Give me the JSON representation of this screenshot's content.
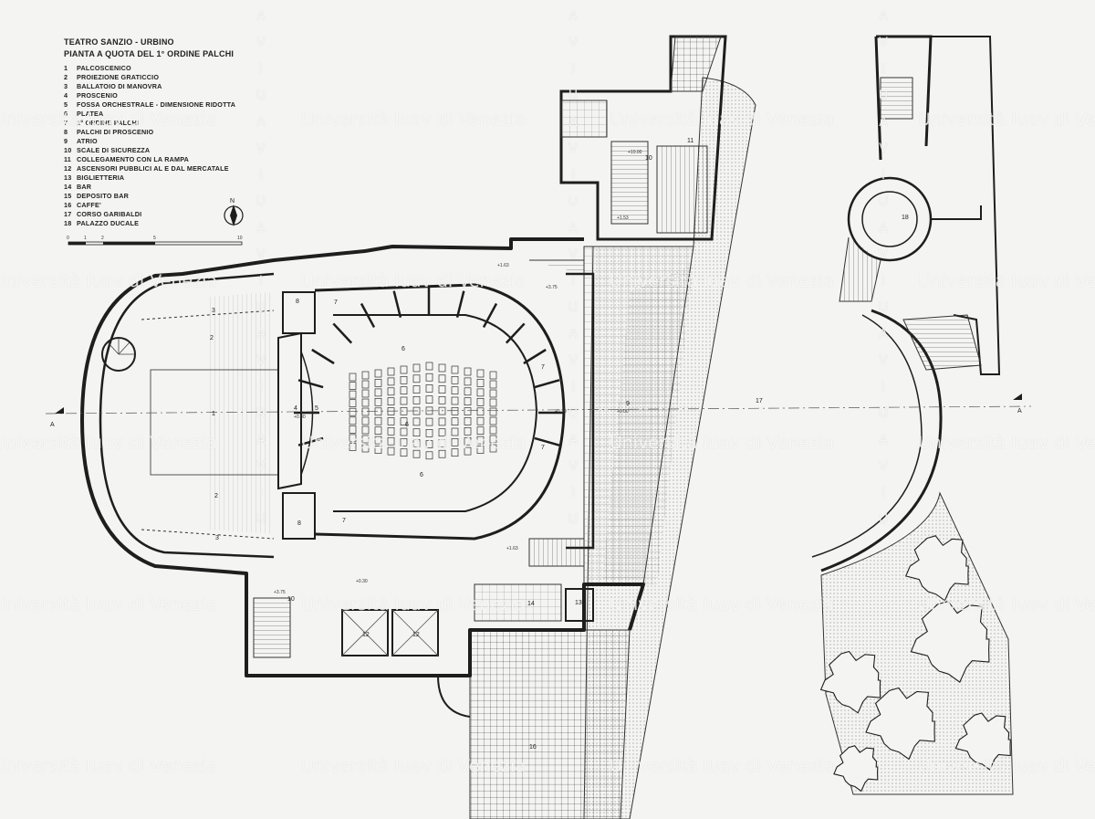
{
  "legend": {
    "title": "TEATRO SANZIO - URBINO",
    "subtitle": "PIANTA A QUOTA DEL 1° ORDINE PALCHI",
    "items": [
      {
        "n": "1",
        "label": "PALCOSCENICO"
      },
      {
        "n": "2",
        "label": "PROIEZIONE GRATICCIO"
      },
      {
        "n": "3",
        "label": "BALLATOIO DI MANOVRA"
      },
      {
        "n": "4",
        "label": "PROSCENIO"
      },
      {
        "n": "5",
        "label": "FOSSA ORCHESTRALE - DIMENSIONE RIDOTTA"
      },
      {
        "n": "6",
        "label": "PLATEA"
      },
      {
        "n": "7",
        "label": "1° ORDINE PALCHI"
      },
      {
        "n": "8",
        "label": "PALCHI DI PROSCENIO"
      },
      {
        "n": "9",
        "label": "ATRIO"
      },
      {
        "n": "10",
        "label": "SCALE DI SICUREZZA"
      },
      {
        "n": "11",
        "label": "COLLEGAMENTO CON LA RAMPA"
      },
      {
        "n": "12",
        "label": "ASCENSORI PUBBLICI AL E DAL MERCATALE"
      },
      {
        "n": "13",
        "label": "BIGLIETTERIA"
      },
      {
        "n": "14",
        "label": "BAR"
      },
      {
        "n": "15",
        "label": "DEPOSITO BAR"
      },
      {
        "n": "16",
        "label": "CAFFE'"
      },
      {
        "n": "17",
        "label": "CORSO GARIBALDI"
      },
      {
        "n": "18",
        "label": "PALAZZO DUCALE"
      }
    ]
  },
  "north": "N",
  "scale_ticks": [
    "0",
    "1",
    "2",
    "5",
    "10"
  ],
  "section_mark": "A",
  "room_labels": {
    "stage": "1",
    "grid_top": "2",
    "grid_bottom": "2",
    "gallery_top": "3",
    "gallery_bottom": "3",
    "proscenium": "4",
    "pit": "5",
    "stalls_top": "6",
    "stalls_mid": "6",
    "stalls_bottom": "6",
    "box_top_left": "7",
    "box_right_top": "7",
    "box_right_bottom": "7",
    "box_bottom_left": "7",
    "pbox_top": "8",
    "pbox_bottom": "8",
    "atrium": "9",
    "stair_top": "10",
    "stair_bottom": "10",
    "ramp": "11",
    "lift_a": "12",
    "lift_b": "12",
    "ticket": "13",
    "bar": "14",
    "cafe": "16",
    "corso": "17",
    "palazzo": "18"
  },
  "levels": {
    "l1": "+10.00",
    "l2": "+1.53",
    "l3": "+1.63",
    "l4": "+3.75",
    "l5": "+0.30",
    "l6": "+0.00",
    "l7": "+1.63",
    "l8": "+3.75",
    "l9": "+0.30",
    "l10": "+0.30"
  },
  "watermark": {
    "text": "Università Iuav di Venezia",
    "letters": [
      "A",
      "V",
      "I",
      "U",
      "A",
      "V",
      "I",
      "U",
      "A",
      "V",
      "I",
      "U",
      "A",
      "V",
      "I",
      "U",
      "A",
      "V",
      "I",
      "U"
    ]
  },
  "colors": {
    "ink": "#1e1e1e",
    "paper": "#f4f4f2",
    "hatch": "#777777"
  }
}
